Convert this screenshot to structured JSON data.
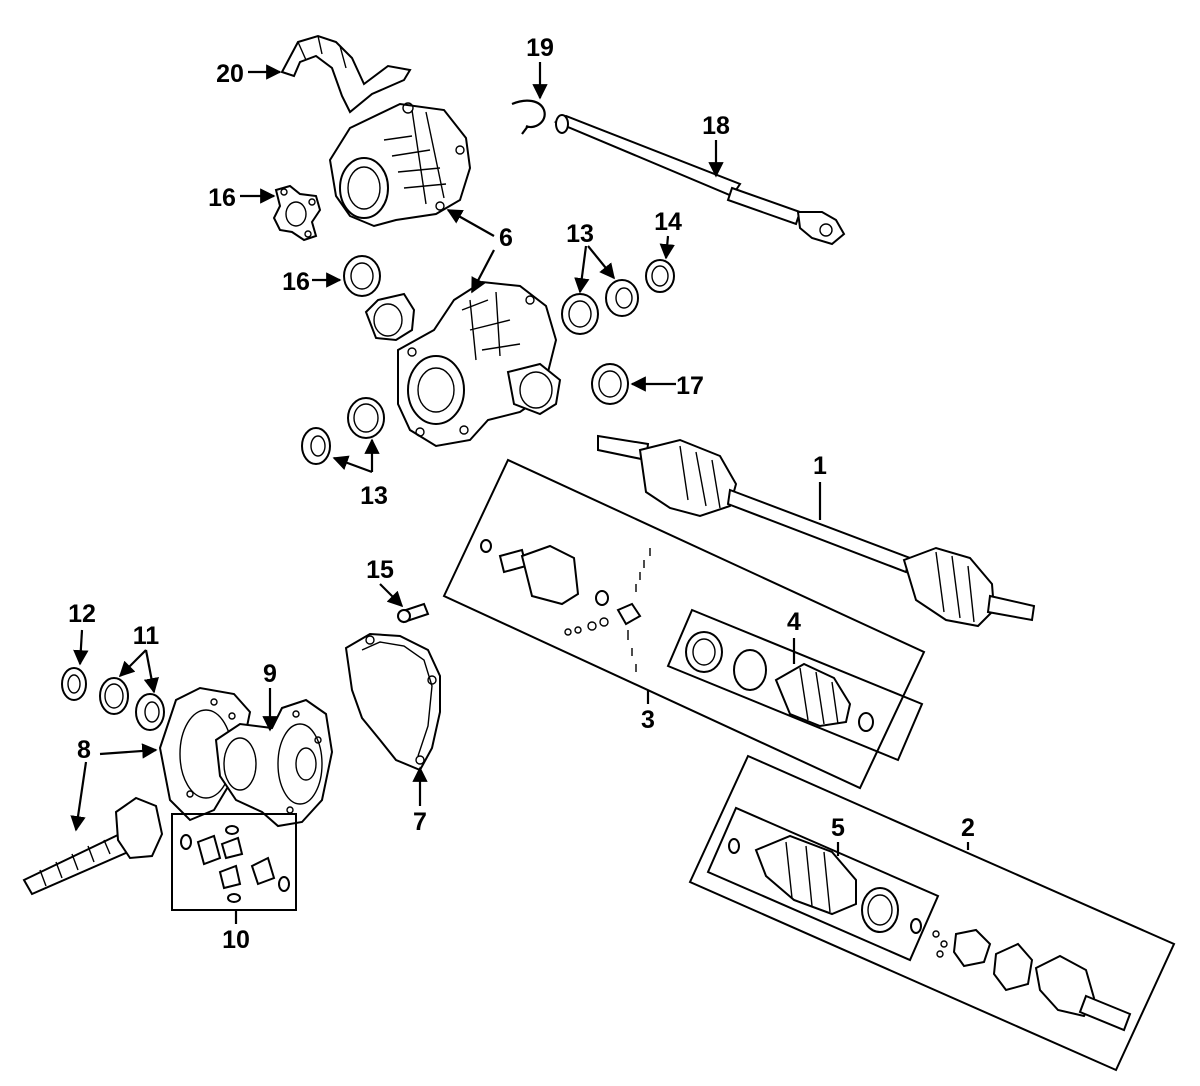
{
  "diagram": {
    "callouts": [
      {
        "id": "c1",
        "text": "1"
      },
      {
        "id": "c2",
        "text": "2"
      },
      {
        "id": "c3",
        "text": "3"
      },
      {
        "id": "c4",
        "text": "4"
      },
      {
        "id": "c5",
        "text": "5"
      },
      {
        "id": "c6",
        "text": "6"
      },
      {
        "id": "c7",
        "text": "7"
      },
      {
        "id": "c8",
        "text": "8"
      },
      {
        "id": "c9",
        "text": "9"
      },
      {
        "id": "c10",
        "text": "10"
      },
      {
        "id": "c11",
        "text": "11"
      },
      {
        "id": "c12",
        "text": "12"
      },
      {
        "id": "c13a",
        "text": "13"
      },
      {
        "id": "c13b",
        "text": "13"
      },
      {
        "id": "c14",
        "text": "14"
      },
      {
        "id": "c15",
        "text": "15"
      },
      {
        "id": "c16a",
        "text": "16"
      },
      {
        "id": "c16b",
        "text": "16"
      },
      {
        "id": "c17",
        "text": "17"
      },
      {
        "id": "c18",
        "text": "18"
      },
      {
        "id": "c19",
        "text": "19"
      },
      {
        "id": "c20",
        "text": "20"
      }
    ]
  }
}
